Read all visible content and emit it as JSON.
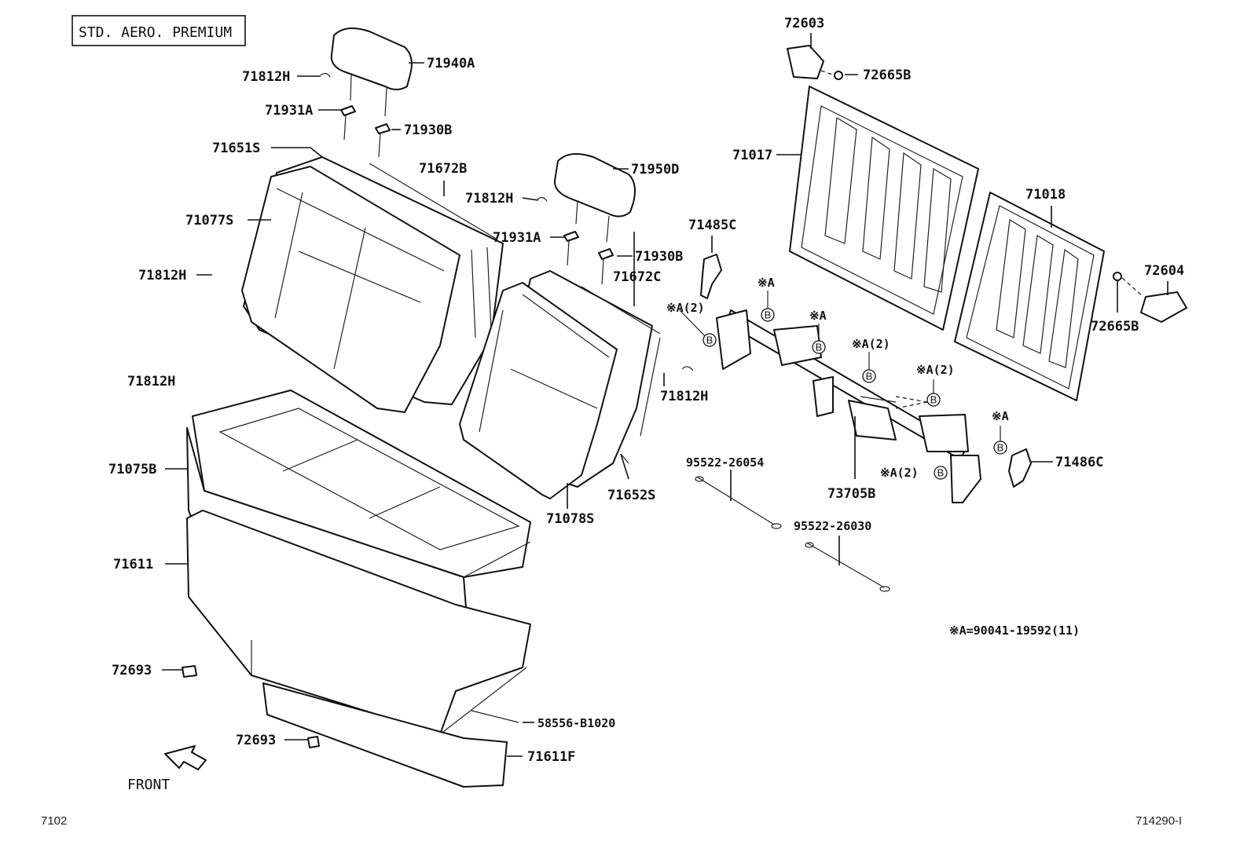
{
  "variant_box": "STD. AERO. PREMIUM",
  "front_label": "FRONT",
  "footer": {
    "left": "7102",
    "right": "714290-I"
  },
  "note": "※A=90041-19592(11)",
  "callouts": [
    "71940A",
    "71812H",
    "71931A",
    "71930B",
    "71651S",
    "71672B",
    "71077S",
    "71812H",
    "71950D",
    "71812H",
    "71931A",
    "71930B",
    "71672C",
    "71812H",
    "71812H",
    "71075B",
    "71078S",
    "71652S",
    "71611",
    "72693",
    "58556-B1020",
    "72693",
    "71611F",
    "72603",
    "72665B",
    "71017",
    "71018",
    "72604",
    "72665B",
    "71485C",
    "71486C",
    "73705B",
    "95522-26054",
    "95522-26030"
  ],
  "markers": [
    "※A(2)",
    "※A",
    "※A",
    "※A(2)",
    "※A(2)",
    "※A",
    "※A(2)"
  ],
  "circle_letter": "B"
}
